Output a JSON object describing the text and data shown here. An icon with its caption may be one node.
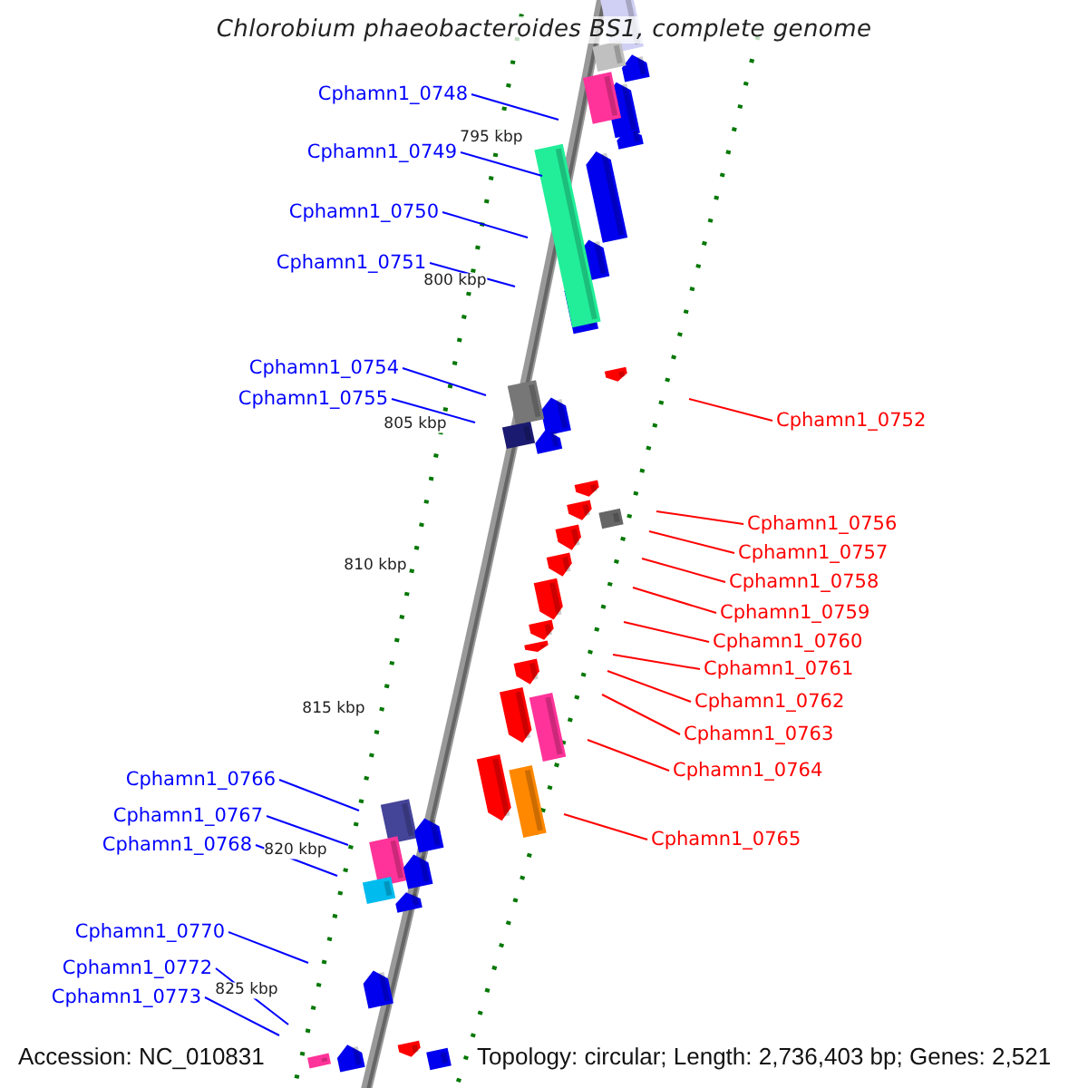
{
  "diagram": {
    "title": "Chlorobium phaeobacteroides BS1, complete genome",
    "nodes": [
      {
        "text": [
          "Cphamn1_0748"
        ]
      },
      {
        "text": [
          "Cphamn1_0749"
        ]
      },
      {
        "text": [
          "Cphamn1_0750"
        ]
      },
      {
        "text": [
          "Cphamn1_0751"
        ]
      },
      {
        "text": [
          "Cphamn1_0754"
        ]
      },
      {
        "text": [
          "Cphamn1_0755"
        ]
      },
      {
        "text": [
          "Cphamn1_0766"
        ]
      },
      {
        "text": [
          "Cphamn1_0767"
        ]
      },
      {
        "text": [
          "Cphamn1_0768"
        ]
      },
      {
        "text": [
          "Cphamn1_0770"
        ]
      },
      {
        "text": [
          "Cphamn1_0772"
        ]
      },
      {
        "text": [
          "Cphamn1_0773"
        ]
      },
      {
        "text": [
          "Cphamn1_0752"
        ]
      },
      {
        "text": [
          "Cphamn1_0756"
        ]
      },
      {
        "text": [
          "Cphamn1_0757"
        ]
      },
      {
        "text": [
          "Cphamn1_0758"
        ]
      },
      {
        "text": [
          "Cphamn1_0759"
        ]
      },
      {
        "text": [
          "Cphamn1_0760"
        ]
      },
      {
        "text": [
          "Cphamn1_0761"
        ]
      },
      {
        "text": [
          "Cphamn1_0762"
        ]
      },
      {
        "text": [
          "Cphamn1_0763"
        ]
      },
      {
        "text": [
          "Cphamn1_0764"
        ]
      },
      {
        "text": [
          "Cphamn1_0765"
        ]
      }
    ],
    "edges": [
      {
        "from": 0,
        "to": null,
        "arrow": "none",
        "color": "#0000ff"
      },
      {
        "from": 1,
        "to": null,
        "arrow": "none",
        "color": "#0000ff"
      },
      {
        "from": 2,
        "to": null,
        "arrow": "none",
        "color": "#0000ff"
      },
      {
        "from": 3,
        "to": null,
        "arrow": "none",
        "color": "#0000ff"
      },
      {
        "from": 4,
        "to": null,
        "arrow": "none",
        "color": "#0000ff"
      },
      {
        "from": 5,
        "to": null,
        "arrow": "none",
        "color": "#0000ff"
      },
      {
        "from": 6,
        "to": null,
        "arrow": "none",
        "color": "#0000ff"
      },
      {
        "from": 7,
        "to": null,
        "arrow": "none",
        "color": "#0000ff"
      },
      {
        "from": 8,
        "to": null,
        "arrow": "none",
        "color": "#0000ff"
      },
      {
        "from": 9,
        "to": null,
        "arrow": "none",
        "color": "#0000ff"
      },
      {
        "from": 10,
        "to": null,
        "arrow": "none",
        "color": "#0000ff"
      },
      {
        "from": 11,
        "to": null,
        "arrow": "none",
        "color": "#0000ff"
      },
      {
        "from": 12,
        "to": null,
        "arrow": "none",
        "color": "#ff0000"
      },
      {
        "from": 13,
        "to": null,
        "arrow": "none",
        "color": "#ff0000"
      },
      {
        "from": 14,
        "to": null,
        "arrow": "none",
        "color": "#ff0000"
      },
      {
        "from": 15,
        "to": null,
        "arrow": "none",
        "color": "#ff0000"
      },
      {
        "from": 16,
        "to": null,
        "arrow": "none",
        "color": "#ff0000"
      },
      {
        "from": 17,
        "to": null,
        "arrow": "none",
        "color": "#ff0000"
      },
      {
        "from": 18,
        "to": null,
        "arrow": "none",
        "color": "#ff0000"
      },
      {
        "from": 19,
        "to": null,
        "arrow": "none",
        "color": "#ff0000"
      },
      {
        "from": 20,
        "to": null,
        "arrow": "none",
        "color": "#ff0000"
      },
      {
        "from": 21,
        "to": null,
        "arrow": "none",
        "color": "#ff0000"
      },
      {
        "from": 22,
        "to": null,
        "arrow": "none",
        "color": "#ff0000"
      }
    ],
    "labels": [
      "795 kbp",
      "800 kbp",
      "805 kbp",
      "810 kbp",
      "815 kbp",
      "820 kbp",
      "825 kbp",
      "Accession: NC_010831",
      "Topology: circular; Length: 2,736,403 bp; Genes: 2,521"
    ]
  }
}
